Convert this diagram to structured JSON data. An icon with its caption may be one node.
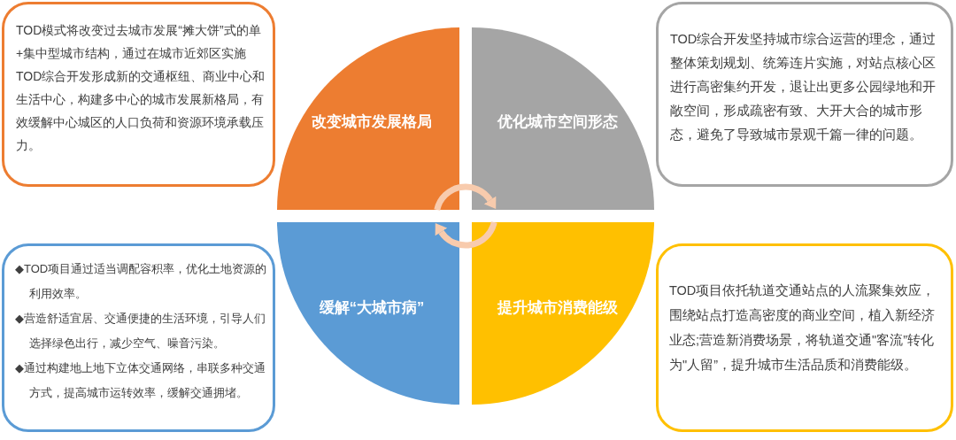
{
  "diagram": {
    "nodes": [
      {
        "text": [
          "TOD模式将改变过去城市发展“摊大饼”式的单+集中型城市结构，通过在城市近郊区实施TOD综合开发形成新的交通枢纽、商业中心和生活中心，构建多中心的城市发展新格局，有效缓解中心城区的人口负荷和资源环境承载压力。"
        ]
      },
      {
        "text": [
          "改变城市发展格局"
        ]
      },
      {
        "text": [
          "优化城市空间形态"
        ]
      },
      {
        "text": [
          "TOD综合开发坚持城市综合运营的理念，通过整体策划规划、统筹连片实施，对站点核心区进行高密集约开发，退让出更多公园绿地和开敞空间，形成疏密有致、大开大合的城市形态，避免了导致城市景观千篇一律的问题。"
        ]
      },
      {
        "text": [
          "◆TOD项目通过适当调配容积率，优化土地资源的利用效率。",
          "◆营造舒适宜居、交通便捷的生活环境，引导人们选择绿色出行，减少空气、噪音污染。",
          "◆通过构建地上地下立体交通网络，串联多种交通方式，提高城市运转效率，缓解交通拥堵。"
        ]
      },
      {
        "text": [
          "缓解“大城市病”"
        ]
      },
      {
        "text": [
          "提升城市消费能级"
        ]
      },
      {
        "text": [
          "TOD项目依托轨道交通站点的人流聚集效应，围绕站点打造高密度的商业空间，植入新经济业态;营造新消费场景，将轨道交通\"客流”转化为\"人留”，提升城市生活品质和消费能级。"
        ]
      }
    ],
    "edges": [
      {
        "from": 1,
        "to": 2,
        "arrow": "to"
      },
      {
        "from": 6,
        "to": 5,
        "arrow": "to"
      }
    ]
  }
}
